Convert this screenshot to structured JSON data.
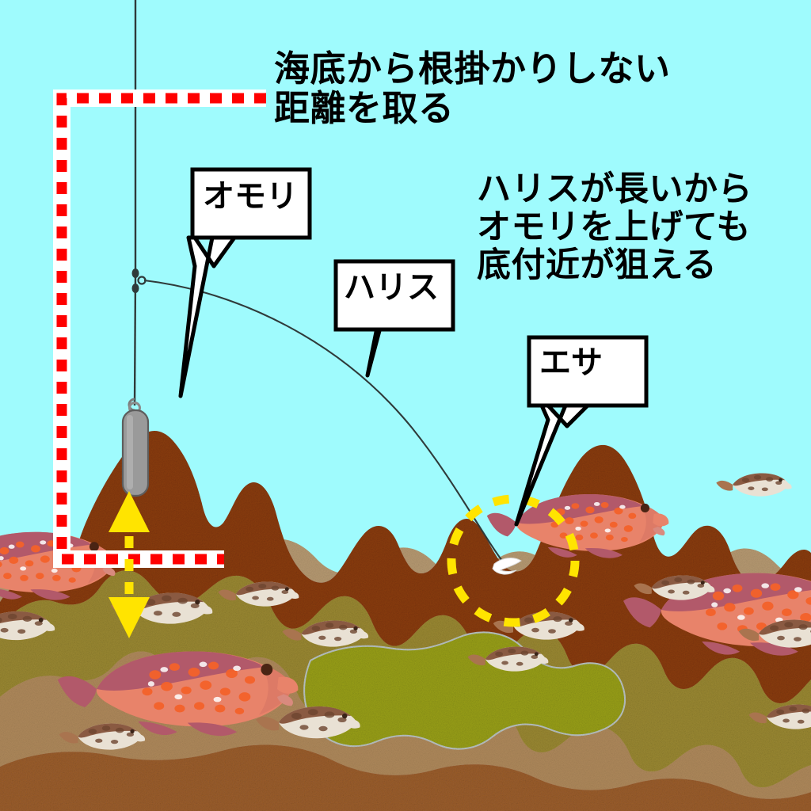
{
  "illustration": {
    "title": "海底から根掛かりしない距離を取る",
    "subject": "bottom-fishing rig over rocky seabed",
    "background_color": "#9ffbfd"
  },
  "notes": {
    "top": "海底から根掛かりしない\n距離を取る",
    "right": "ハリスが長いから\nオモリを上げても\n底付近が狙える"
  },
  "callouts": [
    {
      "id": "omori",
      "label": "オモリ",
      "meaning": "sinker"
    },
    {
      "id": "harisu",
      "label": "ハリス",
      "meaning": "leader line"
    },
    {
      "id": "esa",
      "label": "エサ",
      "meaning": "bait"
    }
  ],
  "colors": {
    "water": "#9ffbfd",
    "measure_line": "#ff0000",
    "measure_outline": "#ffffff",
    "height_arrow": "#ffe400",
    "bait_circle": "#ffe400",
    "sinker_body": "#9a9a9a",
    "sinker_edge": "#5d5d5d",
    "line": "#2f3a3a",
    "rock_dark_brown": "#8a3c12",
    "rock_mid_brown": "#a9763f",
    "rock_olive": "#9a8a33",
    "rock_tan": "#b08a5c",
    "algae_green": "#9aa119",
    "fish_red": "#e06a3a",
    "fish_pink": "#d98a7e",
    "fish_brown": "#a8writes"
  },
  "elements": {
    "main_line": "vertical fishing main line from surface",
    "swivel": "branch swivel where leader attaches",
    "sinker": "cylindrical gray sinker resting above rock peak",
    "leader": "long curved leader line sweeping right to bait",
    "bait_highlight": "yellow dashed circle around bait on seabed",
    "height_gauge": "yellow double-headed dashed arrow showing clearance",
    "measure_bracket": "red dashed bracket marking distance from seabed"
  },
  "fish": [
    {
      "type": "grouper",
      "position": "left-mid"
    },
    {
      "type": "grouper",
      "position": "right-mid"
    },
    {
      "type": "grouper",
      "position": "bait-circle"
    },
    {
      "type": "grouper",
      "position": "far-left-edge"
    },
    {
      "type": "rockfish",
      "position": "scattered"
    }
  ]
}
